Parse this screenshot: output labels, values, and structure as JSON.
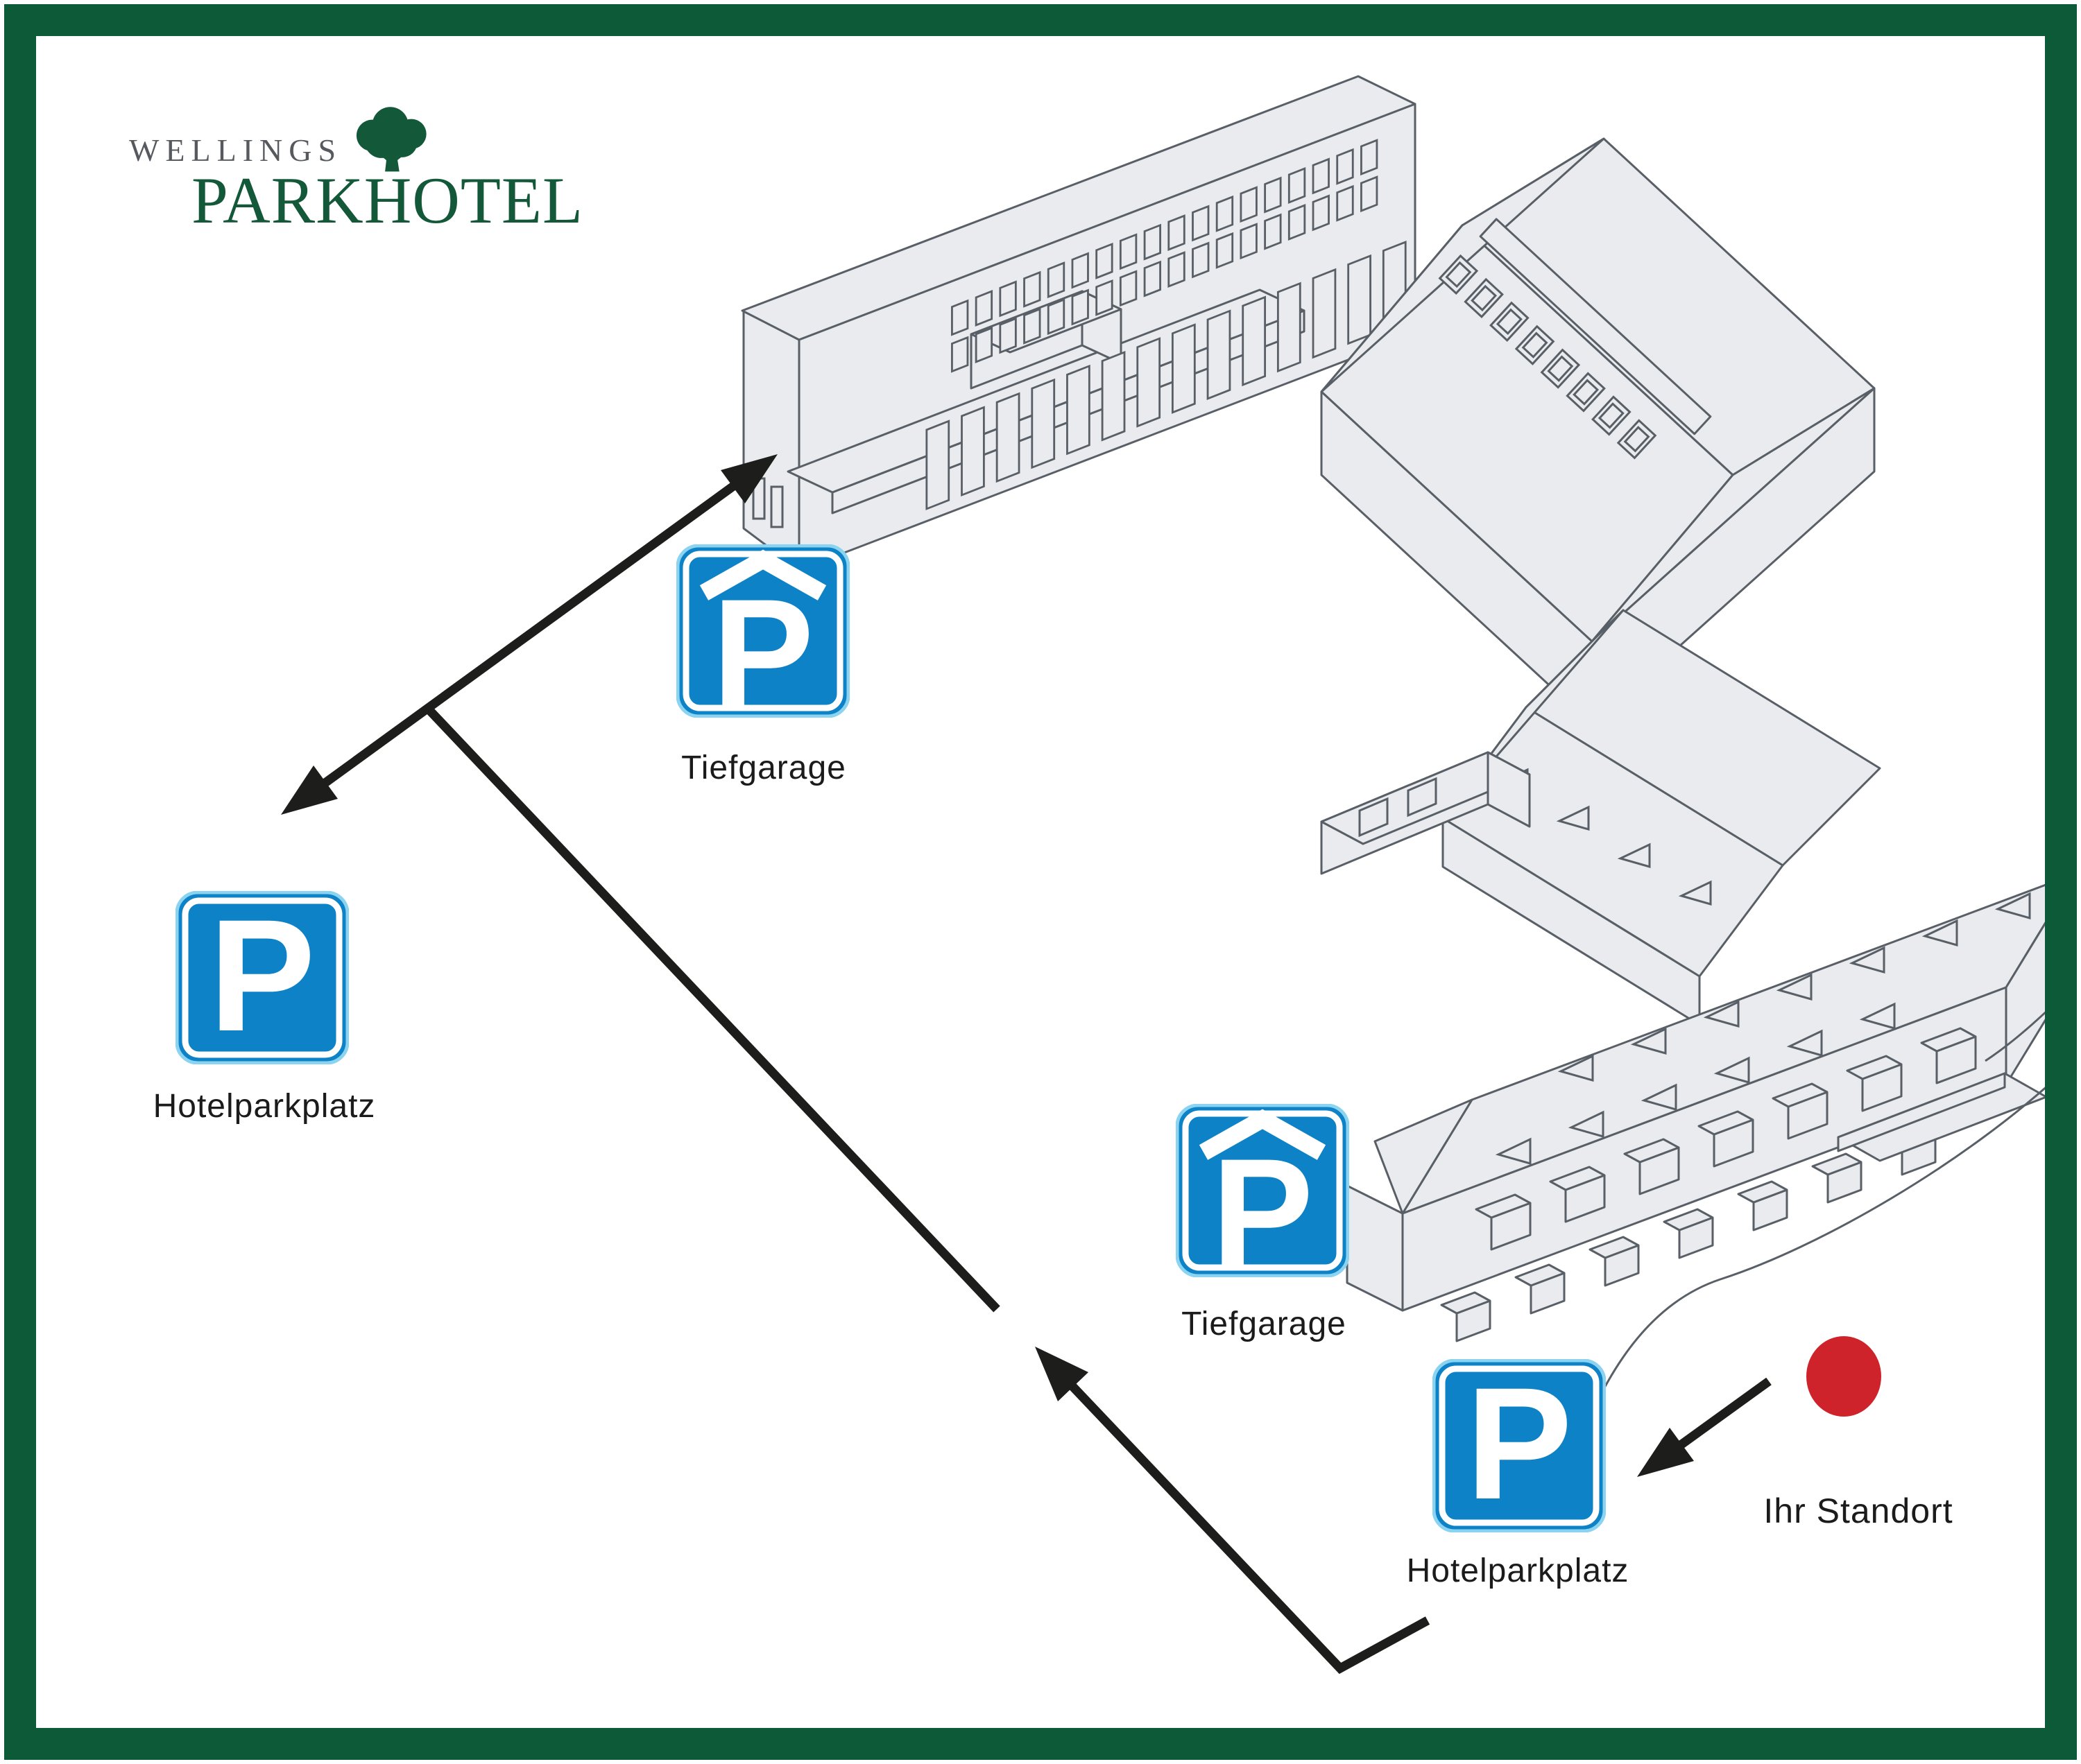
{
  "page": {
    "type": "hotel-parking-site-map"
  },
  "logo": {
    "brand": "WELLINGS",
    "title": "PARKHOTEL",
    "tree_icon": "oak-tree-icon"
  },
  "parking_signs": {
    "tiefgarage_upper": {
      "label": "Tiefgarage",
      "symbol": "P",
      "icon": "parking-garage-icon"
    },
    "hotelparkplatz_left": {
      "label": "Hotelparkplatz",
      "symbol": "P",
      "icon": "parking-icon"
    },
    "tiefgarage_lower": {
      "label": "Tiefgarage",
      "symbol": "P",
      "icon": "parking-garage-icon"
    },
    "hotelparkplatz_lower": {
      "label": "Hotelparkplatz",
      "symbol": "P",
      "icon": "parking-icon"
    }
  },
  "location_marker": {
    "label": "Ihr Standort",
    "icon": "location-dot-icon"
  },
  "colors": {
    "frame_green": "#0d5a38",
    "logo_green": "#14583a",
    "logo_gray": "#565a5e",
    "sign_blue": "#0d82c6",
    "sign_border_light": "#8bd4f1",
    "sign_symbol_white": "#ffffff",
    "marker_red": "#cf232b",
    "building_fill": "#e9ebee",
    "building_stroke": "#595f66",
    "arrow_black": "#1d1d1b",
    "label_black": "#1b1b1b"
  }
}
